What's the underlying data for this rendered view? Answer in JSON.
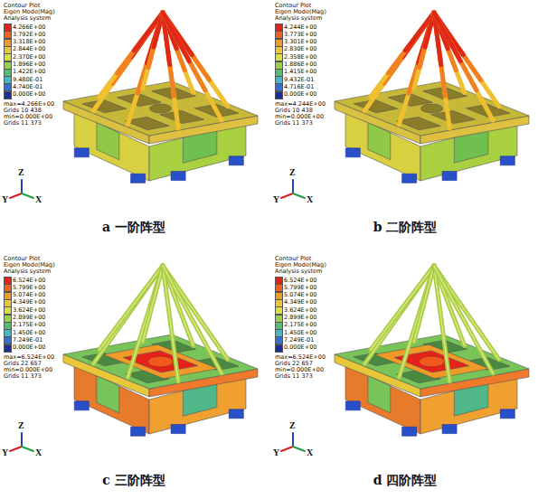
{
  "diagram": {
    "labels": [
      "Contour Plot",
      "Eigen Mode(Mag)",
      "Analysis system",
      "max=4.266E+00",
      "Grids 10 438",
      "min=0.000E+00",
      "Grids 11 373",
      "Y",
      "Z",
      "X",
      "a 一阶阵型",
      "Contour Plot",
      "Eigen Mode(Mag)",
      "Analysis system",
      "max=4.244E+00",
      "Grids 10 438",
      "min=0.000E+00",
      "Grids 11 373",
      "Y",
      "Z",
      "X",
      "b 二阶阵型",
      "Contour Plot",
      "Eigen Mode(Mag)",
      "Analysis system",
      "max=6.524E+00",
      "Grids 22 657",
      "min=0.000E+00",
      "Grids 11 373",
      "Y",
      "Z",
      "X",
      "c 三阶阵型",
      "Contour Plot",
      "Eigen Mode(Mag)",
      "Analysis system",
      "max=6.524E+00",
      "Grids 22 657",
      "min=0.000E+00",
      "Grids 11 373",
      "Y",
      "Z",
      "X",
      "d 四阶阵型"
    ],
    "legend": [
      {
        "text": "4.266E+00",
        "color": "#e6201a"
      },
      {
        "text": "3.792E+00",
        "color": "#f0601e"
      },
      {
        "text": "3.318E+00",
        "color": "#f09a28"
      },
      {
        "text": "2.844E+00",
        "color": "#e8c838"
      },
      {
        "text": "2.370E+00",
        "color": "#d8e040"
      },
      {
        "text": "1.896E+00",
        "color": "#98d048"
      },
      {
        "text": "1.422E+00",
        "color": "#50c070"
      },
      {
        "text": "9.480E-01",
        "color": "#40b8c8"
      },
      {
        "text": "4.740E-01",
        "color": "#3070d8"
      },
      {
        "text": "0.000E+00",
        "color": "#1a2f9a"
      },
      {
        "text": "4.244E+00",
        "color": "#e6201a"
      },
      {
        "text": "3.773E+00",
        "color": "#f0601e"
      },
      {
        "text": "3.301E+00",
        "color": "#f09a28"
      },
      {
        "text": "2.830E+00",
        "color": "#e8c838"
      },
      {
        "text": "2.358E+00",
        "color": "#d8e040"
      },
      {
        "text": "1.886E+00",
        "color": "#98d048"
      },
      {
        "text": "1.415E+00",
        "color": "#50c070"
      },
      {
        "text": "9.432E-01",
        "color": "#40b8c8"
      },
      {
        "text": "4.716E-01",
        "color": "#3070d8"
      },
      {
        "text": "0.000E+00",
        "color": "#1a2f9a"
      },
      {
        "text": "6.524E+00",
        "color": "#e6201a"
      },
      {
        "text": "5.799E+00",
        "color": "#f0601e"
      },
      {
        "text": "5.074E+00",
        "color": "#f09a28"
      },
      {
        "text": "4.349E+00",
        "color": "#e8c838"
      },
      {
        "text": "3.624E+00",
        "color": "#d8e040"
      },
      {
        "text": "2.899E+00",
        "color": "#98d048"
      },
      {
        "text": "2.175E+00",
        "color": "#50c070"
      },
      {
        "text": "1.450E+00",
        "color": "#40b8c8"
      },
      {
        "text": "7.249E-01",
        "color": "#3070d8"
      },
      {
        "text": "0.000E+00",
        "color": "#1a2f9a"
      },
      {
        "text": "6.524E+00",
        "color": "#e6201a"
      },
      {
        "text": "5.799E+00",
        "color": "#f0601e"
      },
      {
        "text": "5.074E+00",
        "color": "#f09a28"
      },
      {
        "text": "4.349E+00",
        "color": "#e8c838"
      },
      {
        "text": "3.624E+00",
        "color": "#d8e040"
      },
      {
        "text": "2.899E+00",
        "color": "#98d048"
      },
      {
        "text": "2.175E+00",
        "color": "#50c070"
      },
      {
        "text": "1.450E+00",
        "color": "#40b8c8"
      },
      {
        "text": "7.249E-01",
        "color": "#3070d8"
      },
      {
        "text": "0.000E+00",
        "color": "#1a2f9a"
      }
    ]
  }
}
